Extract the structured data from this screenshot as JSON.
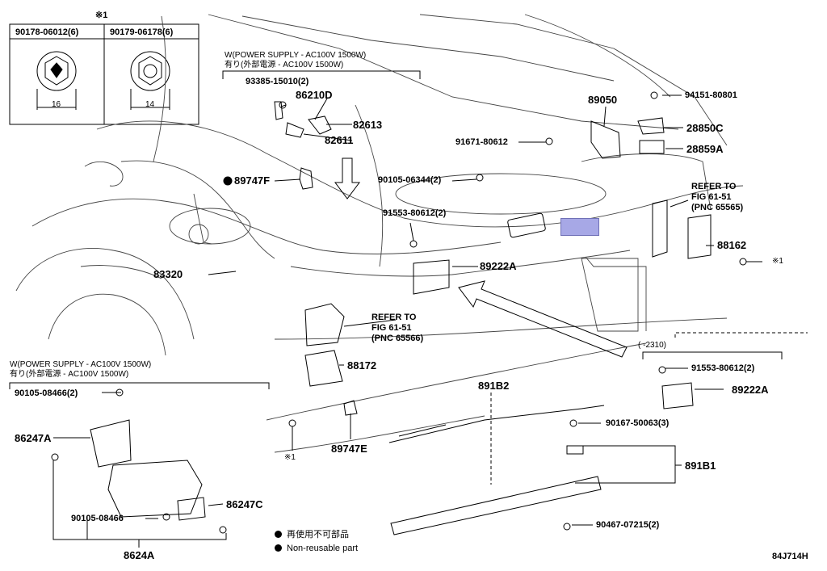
{
  "diagram_id": "84J714H",
  "note_mark": "※1",
  "note_mark_right": "※1",
  "note_mark_bottom": "※1",
  "detail_box": {
    "left_part": "90178-06012(6)",
    "right_part": "90179-06178(6)",
    "left_dim": "16",
    "right_dim": "14"
  },
  "conditions": {
    "top_en": "W(POWER SUPPLY - AC100V 1500W)",
    "top_jp": "有り(外部電源 - AC100V 1500W)",
    "left_en": "W(POWER SUPPLY - AC100V 1500W)",
    "left_jp": "有り(外部電源 - AC100V 1500W)",
    "right_date": "(      -2310)"
  },
  "parts": {
    "p93385": "93385-15010(2)",
    "p86210D": "86210D",
    "p82613": "82613",
    "p82611": "82611",
    "p89747F": "89747F",
    "p89050": "89050",
    "p94151": "94151-80801",
    "p28850C": "28850C",
    "p91671": "91671-80612",
    "p28859A": "28859A",
    "p90105_06344": "90105-06344(2)",
    "p91553_a": "91553-80612(2)",
    "p89222A_a": "89222A",
    "p88162": "88162",
    "p83320": "83320",
    "p88172": "88172",
    "p89747E": "89747E",
    "p891B2": "891B2",
    "p91553_b": "91553-80612(2)",
    "p89222A_b": "89222A",
    "p90167": "90167-50063(3)",
    "p891B1": "891B1",
    "p90467": "90467-07215(2)",
    "p90105_08466_a": "90105-08466(2)",
    "p86247A": "86247A",
    "p90105_08466_b": "90105-08466",
    "p86247C": "86247C",
    "p8624A": "8624A"
  },
  "refer_a": {
    "l1": "REFER TO",
    "l2": "FIG 61-51",
    "l3": "(PNC 65565)"
  },
  "refer_b": {
    "l1": "REFER TO",
    "l2": "FIG 61-51",
    "l3": "(PNC 65566)"
  },
  "legend": {
    "jp": "再使用不可部品",
    "en": "Non-reusable part"
  },
  "colors": {
    "highlight": "#a7a8e6",
    "line": "#000000"
  }
}
